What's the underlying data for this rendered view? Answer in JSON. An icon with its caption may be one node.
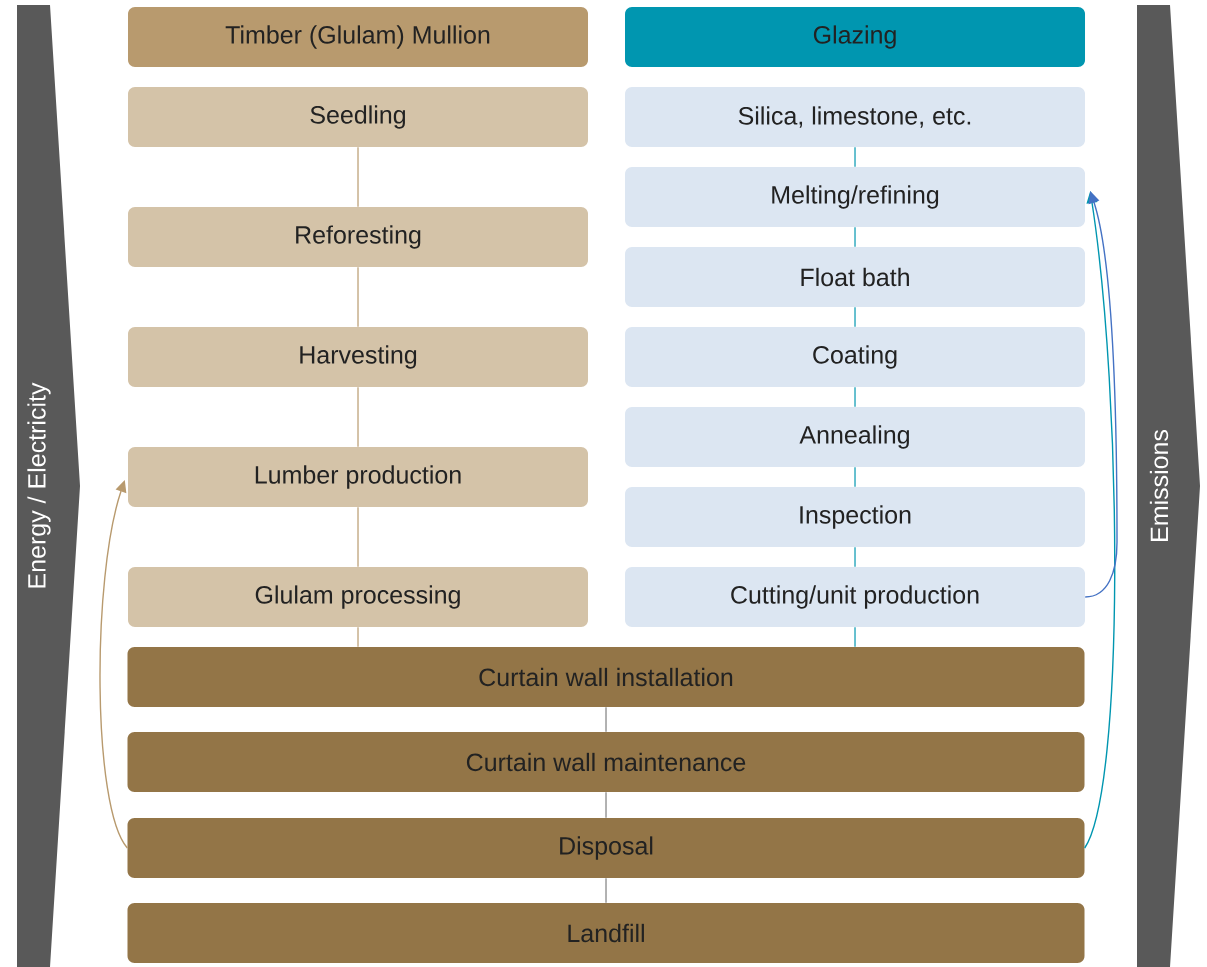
{
  "diagram": {
    "nodes": [
      {
        "text": [
          "Energy / Electricity"
        ]
      },
      {
        "text": [
          "Timber (Glulam) Mullion"
        ]
      },
      {
        "text": [
          "Glazing"
        ]
      },
      {
        "text": [
          "Emissions"
        ]
      },
      {
        "text": [
          "Seedling"
        ]
      },
      {
        "text": [
          "Reforesting"
        ]
      },
      {
        "text": [
          "Harvesting"
        ]
      },
      {
        "text": [
          "Lumber production"
        ]
      },
      {
        "text": [
          "Glulam processing"
        ]
      },
      {
        "text": [
          "Silica, limestone, etc."
        ]
      },
      {
        "text": [
          "Melting/refining"
        ]
      },
      {
        "text": [
          "Float bath"
        ]
      },
      {
        "text": [
          "Coating"
        ]
      },
      {
        "text": [
          "Annealing"
        ]
      },
      {
        "text": [
          "Inspection"
        ]
      },
      {
        "text": [
          "Cutting/unit production"
        ]
      },
      {
        "text": [
          "Curtain wall installation"
        ]
      },
      {
        "text": [
          "Curtain wall maintenance"
        ]
      },
      {
        "text": [
          "Disposal"
        ]
      },
      {
        "text": [
          "Landfill"
        ]
      }
    ],
    "edges": [
      {
        "from": 4,
        "to": 5,
        "arrow": "none",
        "color": "#b89a6e"
      },
      {
        "from": 5,
        "to": 6,
        "arrow": "none",
        "color": "#b89a6e"
      },
      {
        "from": 6,
        "to": 7,
        "arrow": "none",
        "color": "#b89a6e"
      },
      {
        "from": 7,
        "to": 8,
        "arrow": "none",
        "color": "#b89a6e"
      },
      {
        "from": 8,
        "to": 16,
        "arrow": "none",
        "color": "#b89a6e"
      },
      {
        "from": 9,
        "to": 10,
        "arrow": "none",
        "color": "#0096b0"
      },
      {
        "from": 10,
        "to": 11,
        "arrow": "none",
        "color": "#0096b0"
      },
      {
        "from": 11,
        "to": 12,
        "arrow": "none",
        "color": "#0096b0"
      },
      {
        "from": 12,
        "to": 13,
        "arrow": "none",
        "color": "#0096b0"
      },
      {
        "from": 13,
        "to": 14,
        "arrow": "none",
        "color": "#0096b0"
      },
      {
        "from": 14,
        "to": 15,
        "arrow": "none",
        "color": "#0096b0"
      },
      {
        "from": 15,
        "to": 16,
        "arrow": "none",
        "color": "#0096b0"
      },
      {
        "from": 16,
        "to": 17,
        "arrow": "none",
        "color": "#7f7f7f"
      },
      {
        "from": 17,
        "to": 18,
        "arrow": "none",
        "color": "#7f7f7f"
      },
      {
        "from": 18,
        "to": 19,
        "arrow": "none",
        "color": "#7f7f7f"
      },
      {
        "from": 18,
        "to": 7,
        "arrow": "to",
        "color": "#b89a6e"
      },
      {
        "from": 18,
        "to": 10,
        "arrow": "to",
        "color": "#0096b0"
      },
      {
        "from": 15,
        "to": 10,
        "arrow": "to",
        "color": "#4472c4"
      }
    ]
  }
}
